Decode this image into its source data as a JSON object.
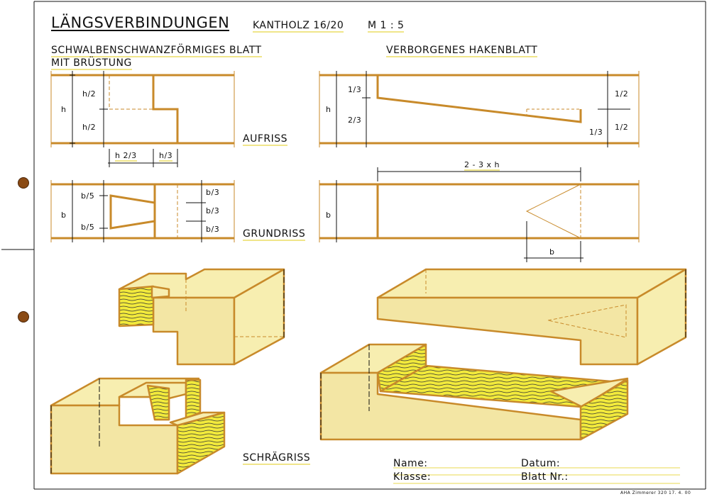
{
  "sheet": {
    "title": "LÄNGSVERBINDUNGEN",
    "material": "KANTHOLZ 16/20",
    "scale": "M 1 : 5",
    "footer": "AHA Zimmerer 320 17. 4. 00"
  },
  "left_joint": {
    "name_line1": "SCHWALBENSCHWANZFÖRMIGES BLATT",
    "name_line2": "MIT BRÜSTUNG",
    "elevation": {
      "h": "h",
      "top_half": "h/2",
      "bottom_half": "h/2",
      "dim_a": "h 2/3",
      "dim_b": "h/3"
    },
    "plan": {
      "b": "b",
      "b5_top": "b/5",
      "b5_bottom": "b/5",
      "b3_1": "b/3",
      "b3_2": "b/3",
      "b3_3": "b/3"
    }
  },
  "right_joint": {
    "name": "VERBORGENES HAKENBLATT",
    "elevation": {
      "h": "h",
      "third_top": "1/3",
      "two_thirds": "2/3",
      "half_top": "1/2",
      "half_bottom": "1/2",
      "third_hook": "1/3"
    },
    "plan": {
      "length": "2 - 3 x h",
      "b": "b",
      "b_dim": "b"
    }
  },
  "views": {
    "elevation": "AUFRISS",
    "plan": "GRUNDRISS",
    "oblique": "SCHRÄGRISS"
  },
  "form": {
    "name": "Name:",
    "date": "Datum:",
    "class": "Klasse:",
    "sheet_no": "Blatt Nr.:"
  },
  "colors": {
    "wood": "#c88a2a",
    "fill": "#f7eeb0",
    "grain": "#f2ea3c",
    "ink": "#111111",
    "punch": "#8a4a14"
  }
}
